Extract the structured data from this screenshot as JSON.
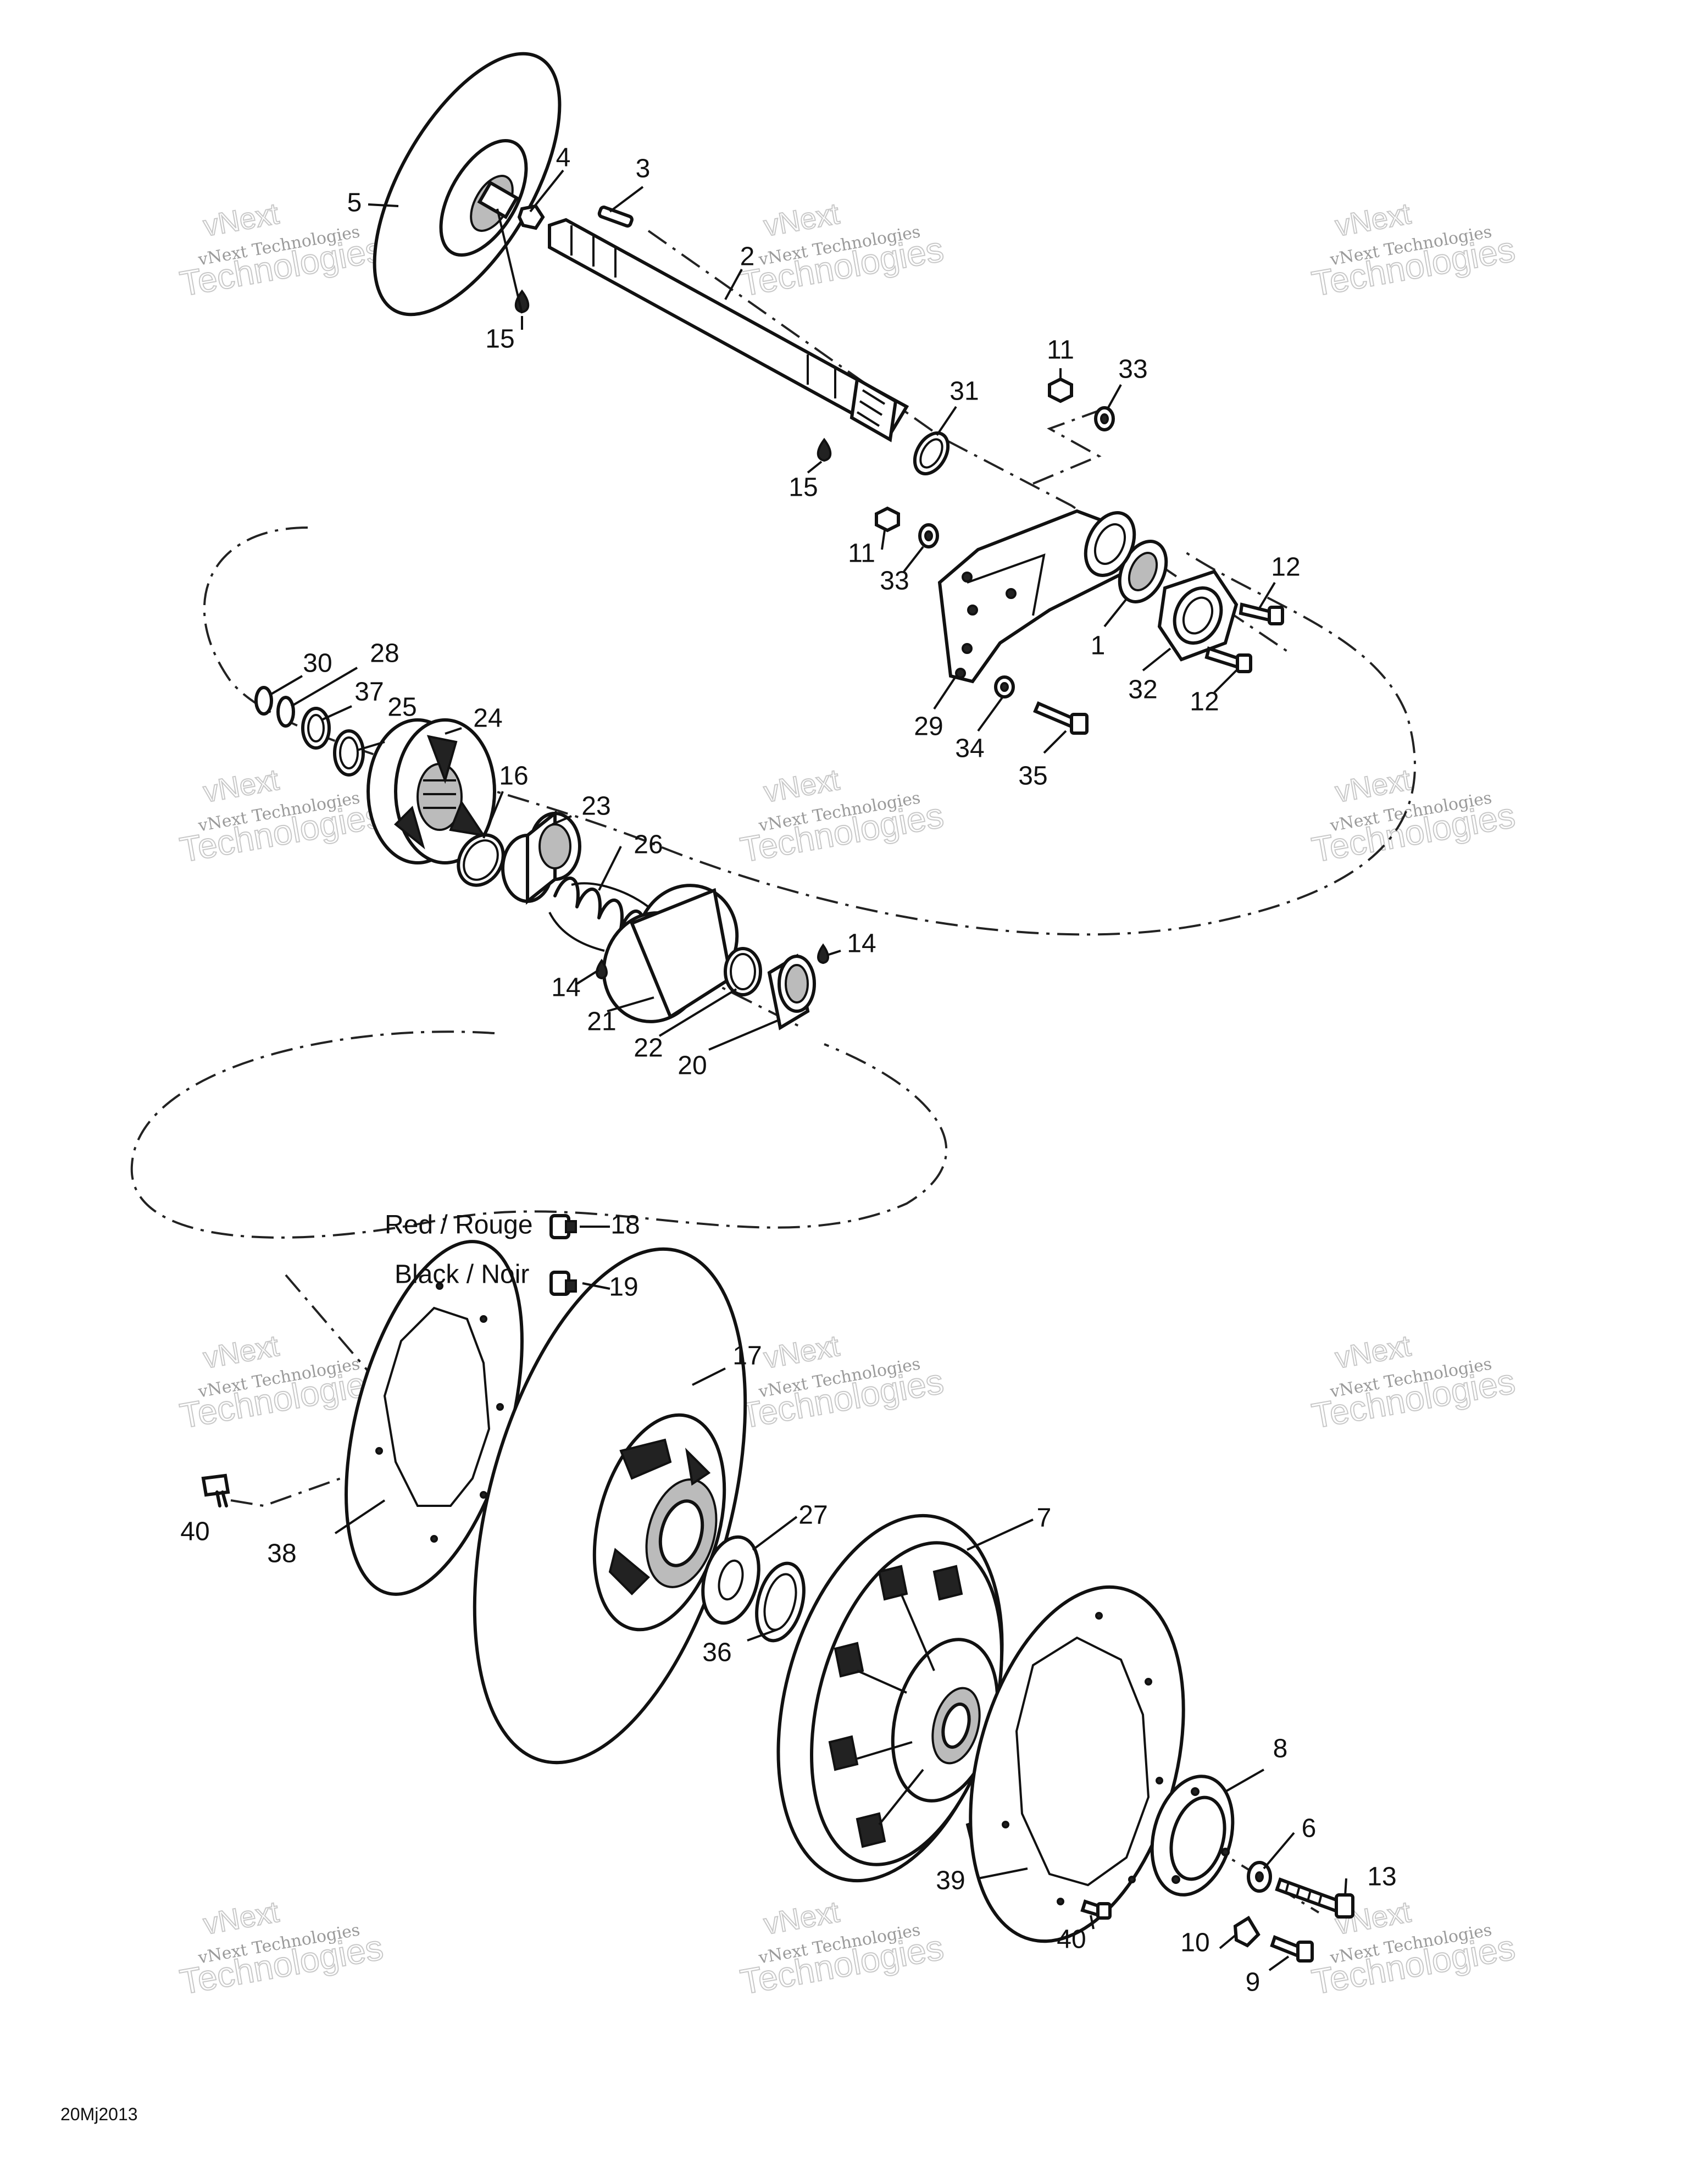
{
  "watermark": {
    "brand": "vNext",
    "small_text": "vNext Technologies",
    "large_text": "Technologies"
  },
  "labels": {
    "red": "Red / Rouge",
    "black": "Black / Noir"
  },
  "footer": {
    "code": "20Mj2013"
  },
  "callouts": [
    "1",
    "2",
    "3",
    "4",
    "5",
    "6",
    "7",
    "8",
    "9",
    "10",
    "11",
    "11",
    "12",
    "12",
    "13",
    "14",
    "14",
    "15",
    "15",
    "16",
    "17",
    "18",
    "19",
    "20",
    "21",
    "22",
    "23",
    "24",
    "25",
    "26",
    "27",
    "28",
    "29",
    "30",
    "31",
    "32",
    "33",
    "33",
    "34",
    "35",
    "36",
    "37",
    "38",
    "39",
    "40",
    "40"
  ]
}
